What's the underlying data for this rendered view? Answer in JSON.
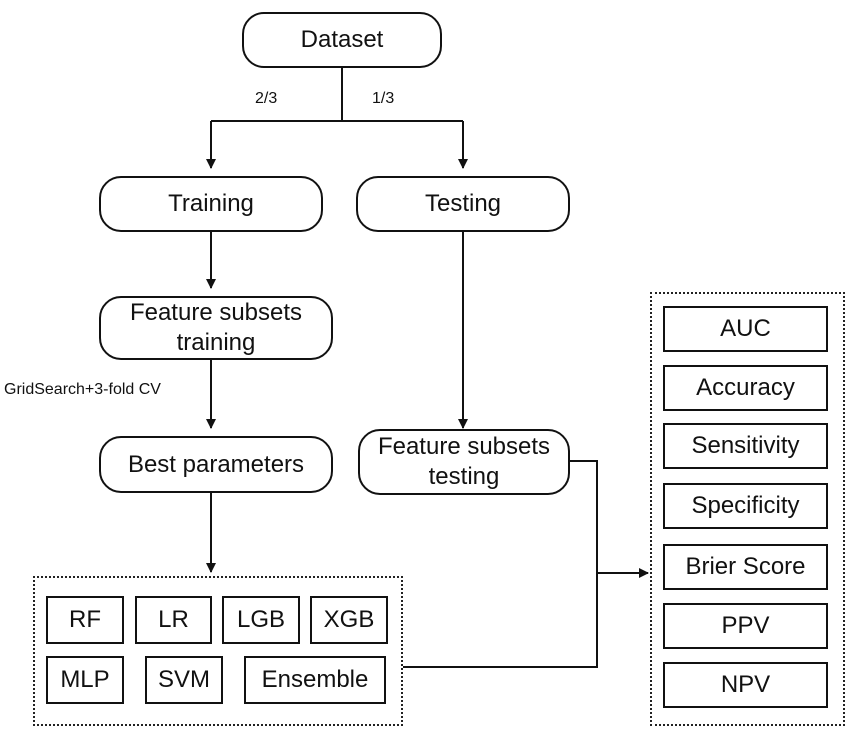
{
  "nodes": {
    "dataset": "Dataset",
    "training": "Training",
    "testing": "Testing",
    "feature_subsets_training": [
      "Feature subsets",
      "training"
    ],
    "best_parameters": "Best parameters",
    "feature_subsets_testing": [
      "Feature subsets",
      "testing"
    ]
  },
  "edge_labels": {
    "train_split": "2/3",
    "test_split": "1/3",
    "tuning": "GridSearch+3-fold CV"
  },
  "models": [
    "RF",
    "LR",
    "LGB",
    "XGB",
    "MLP",
    "SVM",
    "Ensemble"
  ],
  "metrics": [
    "AUC",
    "Accuracy",
    "Sensitivity",
    "Specificity",
    "Brier Score",
    "PPV",
    "NPV"
  ],
  "colors": {
    "stroke": "#111111",
    "background": "#ffffff"
  }
}
